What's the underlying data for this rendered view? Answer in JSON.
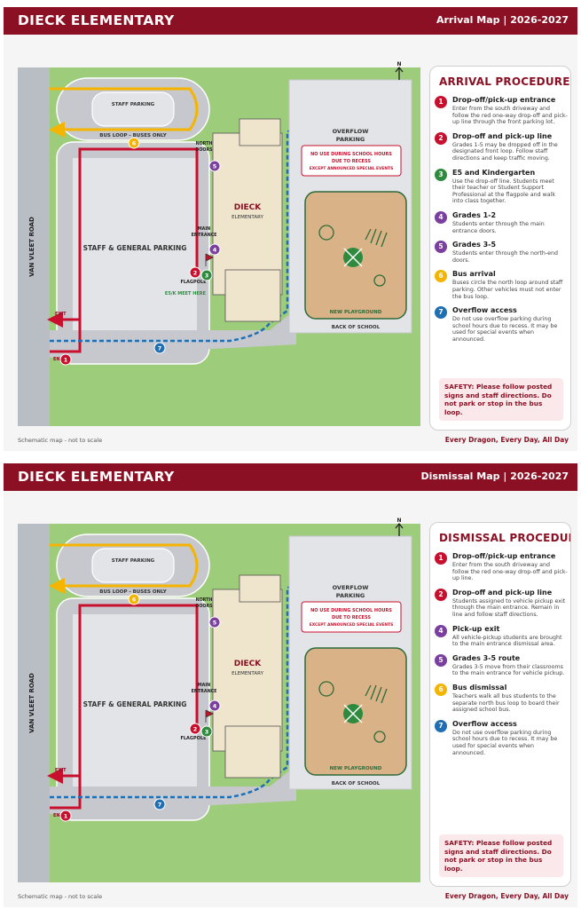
{
  "school_name": "DIECK ELEMENTARY",
  "map_labels": {
    "staff_parking": "STAFF PARKING",
    "bus_loop": "BUS LOOP - BUSES ONLY",
    "overflow_line1": "OVERFLOW",
    "overflow_line2": "PARKING",
    "no_use_line1": "NO USE DURING SCHOOL HOURS",
    "no_use_line2": "DUE TO RECESS",
    "no_use_line3": "EXCEPT ANNOUNCED SPECIAL EVENTS",
    "north_doors_line1": "NORTH",
    "north_doors_line2": "DOORS",
    "building_name": "DIECK",
    "building_sub": "ELEMENTARY",
    "main_entrance_line1": "MAIN",
    "main_entrance_line2": "ENTRANCE",
    "flagpole": "FLAGPOLE",
    "general_parking": "STAFF & GENERAL PARKING",
    "e5k_meet": "E5/K MEET HERE",
    "road": "VAN VLEET ROAD",
    "exit": "EXIT",
    "enter": "ENTER",
    "playground": "NEW PLAYGROUND",
    "back_of_school": "BACK OF SCHOOL",
    "north": "N"
  },
  "colors": {
    "brand": "#8b1024",
    "red": "#c8102e",
    "yellow": "#f4b400",
    "blue": "#1f6fb2",
    "green": "#2e8b3e",
    "purple": "#7b3fa0",
    "violet": "#8e44ad",
    "grass": "#9dcc7b"
  },
  "panels": [
    {
      "map_title": "Arrival Map | 2026-2027",
      "procedures_title": "ARRIVAL PROCEDURES",
      "footer_note": "Schematic map - not to scale",
      "tagline": "Every Dragon, Every Day, All Day",
      "safety": "SAFETY: Please follow posted signs and staff directions. Do not park or stop in the bus loop.",
      "items": [
        {
          "num": "1",
          "color": "#c8102e",
          "head": "Drop-off/pick-up entrance",
          "text": "Enter from the south driveway and follow the red one-way drop-off and pick-up line through the front parking lot."
        },
        {
          "num": "2",
          "color": "#c8102e",
          "head": "Drop-off and pick-up line",
          "text": "Grades 1-5 may be dropped off in the designated front loop. Follow staff directions and keep traffic moving."
        },
        {
          "num": "3",
          "color": "#2e8b3e",
          "head": "E5 and Kindergarten",
          "text": "Use the drop-off line. Students meet their teacher or Student Support Professional at the flagpole and walk into class together."
        },
        {
          "num": "4",
          "color": "#7b3fa0",
          "head": "Grades 1-2",
          "text": "Students enter through the main entrance doors."
        },
        {
          "num": "5",
          "color": "#7b3fa0",
          "head": "Grades 3-5",
          "text": "Students enter through the north-end doors."
        },
        {
          "num": "6",
          "color": "#f4b400",
          "head": "Bus arrival",
          "text": "Buses circle the north loop around staff parking. Other vehicles must not enter the bus loop."
        },
        {
          "num": "7",
          "color": "#1f6fb2",
          "head": "Overflow access",
          "text": "Do not use overflow parking during school hours due to recess. It may be used for special events when announced."
        }
      ]
    },
    {
      "map_title": "Dismissal Map | 2026-2027",
      "procedures_title": "DISMISSAL PROCEDURES",
      "footer_note": "Schematic map - not to scale",
      "tagline": "Every Dragon, Every Day, All Day",
      "safety": "SAFETY: Please follow posted signs and staff directions. Do not park or stop in the bus loop.",
      "items": [
        {
          "num": "1",
          "color": "#c8102e",
          "head": "Drop-off/pick-up entrance",
          "text": "Enter from the south driveway and follow the red one-way drop-off and pick-up line."
        },
        {
          "num": "2",
          "color": "#c8102e",
          "head": "Drop-off and pick-up line",
          "text": "Students assigned to vehicle pickup exit through the main entrance. Remain in line and follow staff directions."
        },
        {
          "num": "4",
          "color": "#7b3fa0",
          "head": "Pick-up exit",
          "text": "All vehicle-pickup students are brought to the main entrance dismissal area."
        },
        {
          "num": "5",
          "color": "#7b3fa0",
          "head": "Grades 3-5 route",
          "text": "Grades 3-5 move from their classrooms to the main entrance for vehicle pickup."
        },
        {
          "num": "6",
          "color": "#f4b400",
          "head": "Bus dismissal",
          "text": "Teachers walk all bus students to the separate north bus loop to board their assigned school bus."
        },
        {
          "num": "7",
          "color": "#1f6fb2",
          "head": "Overflow access",
          "text": "Do not use overflow parking during school hours due to recess. It may be used for special events when announced."
        }
      ]
    }
  ]
}
